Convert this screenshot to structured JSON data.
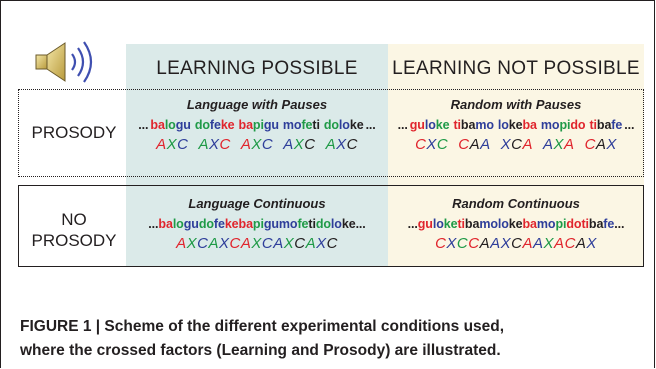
{
  "headers": {
    "learning": "LEARNING POSSIBLE",
    "no_learning": "LEARNING NOT POSSIBLE"
  },
  "rows": {
    "prosody": "PROSODY",
    "no_prosody_line1": "NO",
    "no_prosody_line2": "PROSODY"
  },
  "cells": {
    "lang_pauses": {
      "title": "Language with Pauses",
      "lead": "...",
      "words": [
        [
          [
            "ba",
            "red"
          ],
          [
            "lo",
            "green"
          ],
          [
            "gu",
            "blue"
          ]
        ],
        [
          [
            "do",
            "green"
          ],
          [
            "fe",
            "blue"
          ],
          [
            "ke",
            "red"
          ]
        ],
        [
          [
            "ba",
            "red"
          ],
          [
            "pi",
            "green"
          ],
          [
            "gu",
            "blue"
          ]
        ],
        [
          [
            "mo",
            "blue"
          ],
          [
            "fe",
            "green"
          ],
          [
            "ti",
            "dark"
          ]
        ],
        [
          [
            "do",
            "green"
          ],
          [
            "lo",
            "blue"
          ],
          [
            "ke",
            "dark"
          ]
        ]
      ],
      "tail": "...",
      "patterns": [
        [
          [
            "A",
            "red"
          ],
          [
            "X",
            "green"
          ],
          [
            "C",
            "blue"
          ]
        ],
        [
          [
            "A",
            "green"
          ],
          [
            "X",
            "blue"
          ],
          [
            "C",
            "red"
          ]
        ],
        [
          [
            "A",
            "red"
          ],
          [
            "X",
            "green"
          ],
          [
            "C",
            "blue"
          ]
        ],
        [
          [
            "A",
            "blue"
          ],
          [
            "X",
            "green"
          ],
          [
            "C",
            "dark"
          ]
        ],
        [
          [
            "A",
            "green"
          ],
          [
            "X",
            "blue"
          ],
          [
            "C",
            "dark"
          ]
        ]
      ]
    },
    "random_pauses": {
      "title": "Random with Pauses",
      "lead": "...",
      "words": [
        [
          [
            "gu",
            "red"
          ],
          [
            "lo",
            "blue"
          ],
          [
            "ke",
            "green"
          ]
        ],
        [
          [
            "ti",
            "red"
          ],
          [
            "ba",
            "dark"
          ],
          [
            "mo",
            "blue"
          ]
        ],
        [
          [
            "lo",
            "blue"
          ],
          [
            "ke",
            "dark"
          ],
          [
            "ba",
            "red"
          ]
        ],
        [
          [
            "mo",
            "blue"
          ],
          [
            "pi",
            "green"
          ],
          [
            "do",
            "red"
          ]
        ],
        [
          [
            "ti",
            "red"
          ],
          [
            "ba",
            "dark"
          ],
          [
            "fe",
            "blue"
          ]
        ]
      ],
      "tail": "...",
      "patterns": [
        [
          [
            "C",
            "red"
          ],
          [
            "X",
            "blue"
          ],
          [
            "C",
            "green"
          ]
        ],
        [
          [
            "C",
            "red"
          ],
          [
            "A",
            "dark"
          ],
          [
            "A",
            "blue"
          ]
        ],
        [
          [
            "X",
            "blue"
          ],
          [
            "C",
            "dark"
          ],
          [
            "A",
            "red"
          ]
        ],
        [
          [
            "A",
            "blue"
          ],
          [
            "X",
            "green"
          ],
          [
            "A",
            "red"
          ]
        ],
        [
          [
            "C",
            "red"
          ],
          [
            "A",
            "dark"
          ],
          [
            "X",
            "blue"
          ]
        ]
      ]
    },
    "lang_continuous": {
      "title": "Language Continuous",
      "lead": "...",
      "syllables": [
        [
          "ba",
          "red"
        ],
        [
          "lo",
          "green"
        ],
        [
          "gu",
          "blue"
        ],
        [
          "do",
          "green"
        ],
        [
          "fe",
          "blue"
        ],
        [
          "ke",
          "red"
        ],
        [
          "ba",
          "red"
        ],
        [
          "pi",
          "green"
        ],
        [
          "gu",
          "blue"
        ],
        [
          "mo",
          "blue"
        ],
        [
          "fe",
          "green"
        ],
        [
          "ti",
          "dark"
        ],
        [
          "do",
          "green"
        ],
        [
          "lo",
          "blue"
        ],
        [
          "ke",
          "dark"
        ]
      ],
      "tail": "...",
      "pattern_letters": [
        [
          "A",
          "red"
        ],
        [
          "X",
          "green"
        ],
        [
          "C",
          "blue"
        ],
        [
          "A",
          "green"
        ],
        [
          "X",
          "blue"
        ],
        [
          "C",
          "red"
        ],
        [
          "A",
          "red"
        ],
        [
          "X",
          "green"
        ],
        [
          "C",
          "blue"
        ],
        [
          "A",
          "blue"
        ],
        [
          "X",
          "green"
        ],
        [
          "C",
          "dark"
        ],
        [
          "A",
          "green"
        ],
        [
          "X",
          "blue"
        ],
        [
          "C",
          "dark"
        ]
      ]
    },
    "random_continuous": {
      "title": "Random Continuous",
      "lead": "...",
      "syllables": [
        [
          "gu",
          "red"
        ],
        [
          "lo",
          "blue"
        ],
        [
          "ke",
          "green"
        ],
        [
          "ti",
          "red"
        ],
        [
          "ba",
          "dark"
        ],
        [
          "mo",
          "blue"
        ],
        [
          "lo",
          "blue"
        ],
        [
          "ke",
          "dark"
        ],
        [
          "ba",
          "red"
        ],
        [
          "mo",
          "blue"
        ],
        [
          "pi",
          "green"
        ],
        [
          "do",
          "red"
        ],
        [
          "ti",
          "red"
        ],
        [
          "ba",
          "dark"
        ],
        [
          "fe",
          "blue"
        ]
      ],
      "tail": "...",
      "pattern_letters": [
        [
          "C",
          "red"
        ],
        [
          "X",
          "blue"
        ],
        [
          "C",
          "green"
        ],
        [
          "C",
          "red"
        ],
        [
          "A",
          "dark"
        ],
        [
          "A",
          "blue"
        ],
        [
          "X",
          "blue"
        ],
        [
          "C",
          "dark"
        ],
        [
          "A",
          "red"
        ],
        [
          "A",
          "blue"
        ],
        [
          "X",
          "green"
        ],
        [
          "A",
          "red"
        ],
        [
          "C",
          "red"
        ],
        [
          "A",
          "dark"
        ],
        [
          "X",
          "blue"
        ]
      ]
    }
  },
  "caption": {
    "line1": "FIGURE 1 | Scheme of the different experimental conditions used,",
    "line2": "where the crossed factors (Learning and Prosody) are illustrated."
  },
  "colors": {
    "red": "#e0252d",
    "blue": "#2e3e9a",
    "green": "#1f9a47",
    "dark": "#231f20",
    "learning_bg": "#dbeae9",
    "no_learning_bg": "#fbf6e4"
  },
  "icons": {
    "speaker": "speaker-sound-icon"
  }
}
